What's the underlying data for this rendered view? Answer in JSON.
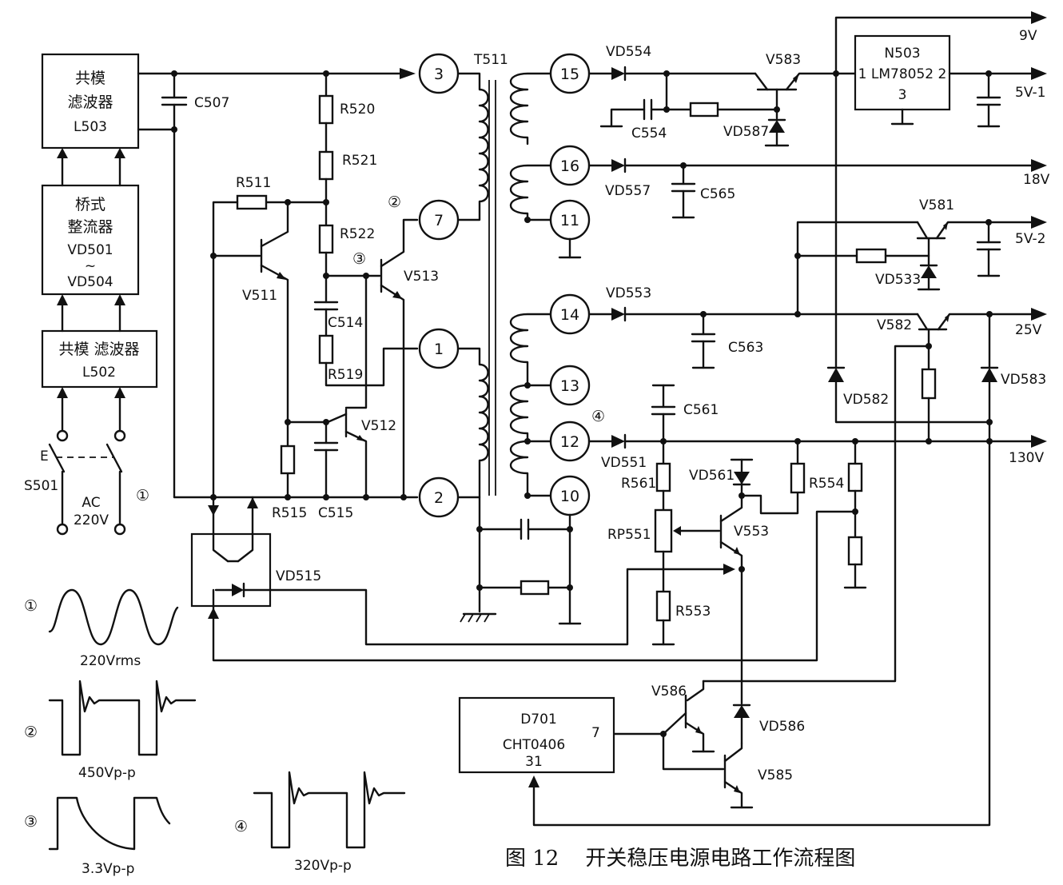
{
  "figure": {
    "caption": "图 12    开关稳压电源电路工作流程图"
  },
  "blocks": {
    "l503": [
      "共模",
      "滤波器",
      "L503"
    ],
    "bridge": [
      "桥式",
      "整流器",
      "VD501",
      "~",
      "VD504"
    ],
    "l502": [
      "共模 滤波器",
      "L502"
    ],
    "n503": [
      "N503",
      "1  LM78052  2",
      "3"
    ],
    "d701": [
      "D701",
      "CHT0406",
      "31",
      "7"
    ]
  },
  "switch": {
    "label": "S501",
    "letter": "E",
    "ac": "AC",
    "volt": "220V",
    "marker": "①"
  },
  "transformer": {
    "name": "T511",
    "pins": [
      "3",
      "7",
      "1",
      "2",
      "15",
      "16",
      "11",
      "14",
      "13",
      "12",
      "10"
    ]
  },
  "markers": {
    "m1": "①",
    "m2": "②",
    "m3": "③",
    "m4": "④"
  },
  "components": {
    "c507": "C507",
    "r520": "R520",
    "r521": "R521",
    "r511": "R511",
    "r522": "R522",
    "v511": "V511",
    "v513": "V513",
    "c514": "C514",
    "r519": "R519",
    "v512": "V512",
    "r515": "R515",
    "c515": "C515",
    "vd515": "VD515",
    "vd554": "VD554",
    "v583": "V583",
    "c554": "C554",
    "vd587": "VD587",
    "vd557": "VD557",
    "c565": "C565",
    "v581": "V581",
    "vd533": "VD533",
    "vd553": "VD553",
    "c563": "C563",
    "v582": "V582",
    "vd582": "VD582",
    "vd583": "VD583",
    "c561": "C561",
    "vd551": "VD551",
    "r561": "R561",
    "vd561": "VD561",
    "r554": "R554",
    "rp551": "RP551",
    "v553": "V553",
    "r553": "R553",
    "v586": "V586",
    "vd586": "VD586",
    "v585": "V585"
  },
  "outputs": [
    "9V",
    "5V-1",
    "18V",
    "5V-2",
    "25V",
    "130V"
  ],
  "waveforms": [
    {
      "marker": "①",
      "label": "220Vrms"
    },
    {
      "marker": "②",
      "label": "450Vp-p"
    },
    {
      "marker": "③",
      "label": "3.3Vp-p"
    },
    {
      "marker": "④",
      "label": "320Vp-p"
    }
  ]
}
